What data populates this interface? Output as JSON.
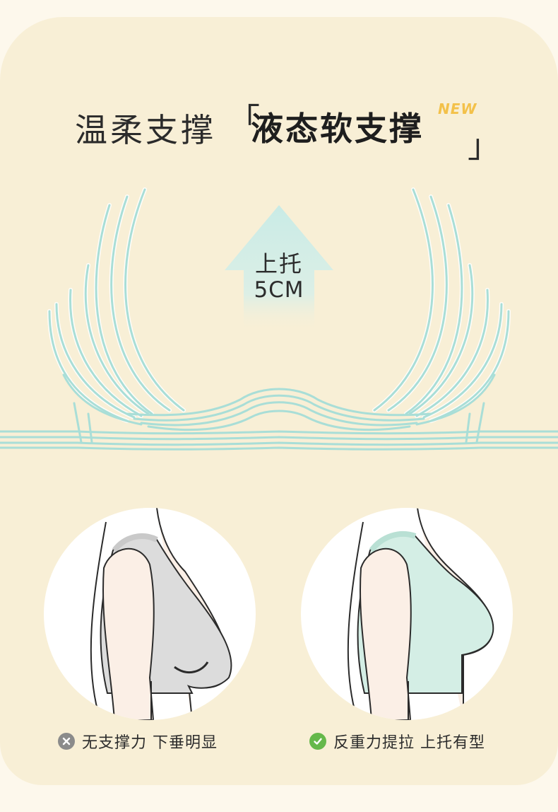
{
  "title": {
    "plain": "温柔支撑",
    "bracket_open": "「",
    "bold": "液态软支撑",
    "bracket_close": "」",
    "new_tag": "NEW"
  },
  "arrow": {
    "line1": "上托",
    "line2": "5CM"
  },
  "comparisons": [
    {
      "caption": "无支撑力 下垂明显",
      "status": "cross-icon",
      "bra_color": "#dcdcdc"
    },
    {
      "caption": "反重力提拉 上托有型",
      "status": "check-icon",
      "bra_color": "#d4eee5"
    }
  ],
  "colors": {
    "background": "#f8efd6",
    "line_accent": "#a9ded7",
    "new_tag": "#f3c14a",
    "check_badge": "#65b84a",
    "cross_badge": "#8b8b8b"
  }
}
